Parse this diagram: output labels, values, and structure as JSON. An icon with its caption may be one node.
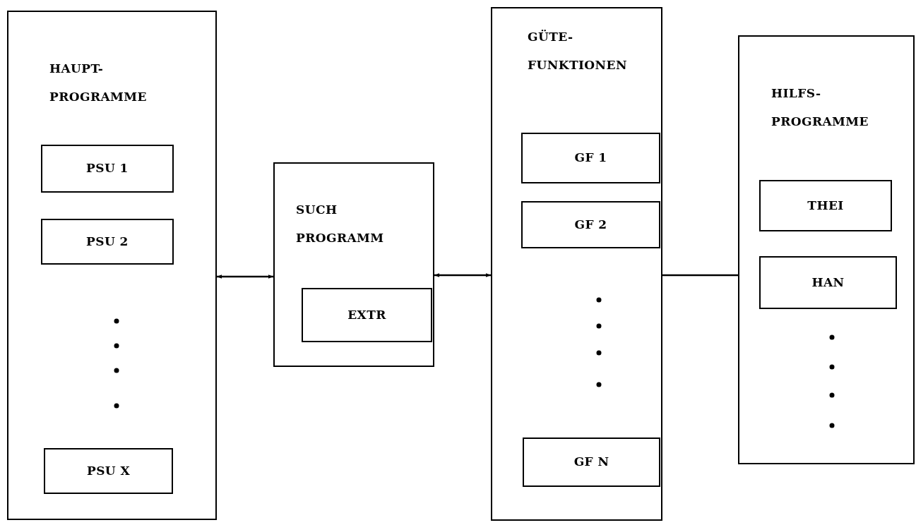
{
  "diagram": {
    "nodes": [
      {
        "text": [
          "HAUPT- PROGRAMME"
        ]
      },
      {
        "text": [
          "PSU 1"
        ],
        "in": 0
      },
      {
        "text": [
          "PSU 2"
        ],
        "in": 0
      },
      {
        "text": [
          "PSU X"
        ],
        "in": 0
      },
      {
        "text": [
          "SUCH PROGRAMM"
        ]
      },
      {
        "text": [
          "EXTR"
        ],
        "in": 4
      },
      {
        "text": [
          "GÜTE- FUNKTIONEN"
        ]
      },
      {
        "text": [
          "GF 1"
        ],
        "in": 6
      },
      {
        "text": [
          "GF 2"
        ],
        "in": 6
      },
      {
        "text": [
          "GF N"
        ],
        "in": 6
      },
      {
        "text": [
          "HILFS- PROGRAMME"
        ]
      },
      {
        "text": [
          "THEI"
        ],
        "in": 10
      },
      {
        "text": [
          "HAN"
        ],
        "in": 10
      }
    ],
    "edges": [
      {
        "from": 0,
        "to": 4,
        "arrow": "both"
      },
      {
        "from": 4,
        "to": 6,
        "arrow": "both"
      },
      {
        "from": 6,
        "to": 10,
        "arrow": "none"
      }
    ]
  }
}
